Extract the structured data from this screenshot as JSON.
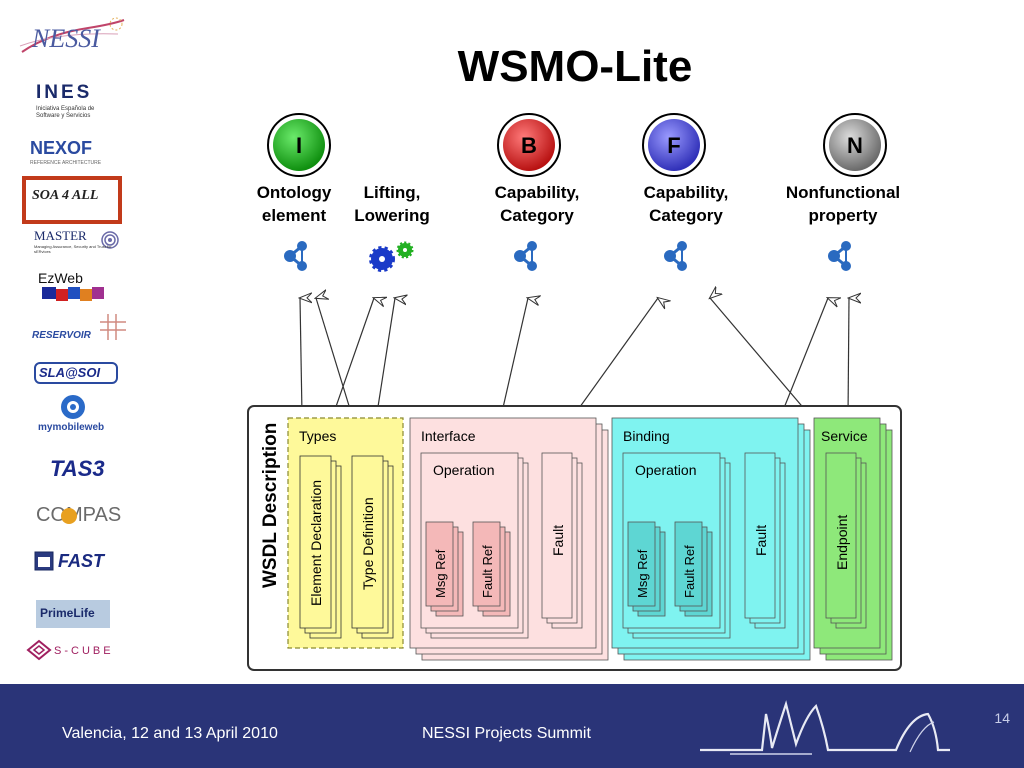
{
  "slide": {
    "title": "WSMO-Lite",
    "page_number": "14"
  },
  "sidebar": {
    "logos": [
      "NESSI",
      "INES",
      "Iniciativa Española de Software y Servicios",
      "NEXOF",
      "REFERENCE ARCHITECTURE",
      "SOA 4 ALL",
      "MASTER",
      "Managing Assurance, Security and Trust for sERvices",
      "EzWeb",
      "RESERVOIR",
      "SLA@SOI",
      "mymobileweb",
      "TAS3",
      "COMPAS",
      "FAST",
      "PrimeLife",
      "S-CUBE"
    ]
  },
  "categories": [
    {
      "letter": "I",
      "label1": "Ontology",
      "label2": "element",
      "color": "#1db31d"
    },
    {
      "letter": "",
      "label1": "Lifting,",
      "label2": "Lowering",
      "color": ""
    },
    {
      "letter": "B",
      "label1": "Capability,",
      "label2": "Category",
      "color": "#e02020"
    },
    {
      "letter": "F",
      "label1": "Capability,",
      "label2": "Category",
      "color": "#4a4ad8"
    },
    {
      "letter": "N",
      "label1": "Nonfunctional",
      "label2": "property",
      "color": "#8a8a8a"
    }
  ],
  "wsdl": {
    "title": "WSDL Description",
    "types": {
      "title": "Types",
      "items": [
        "Element Declaration",
        "Type Definition"
      ]
    },
    "interface": {
      "title": "Interface",
      "operation": "Operation",
      "refs": [
        "Msg Ref",
        "Fault Ref"
      ],
      "fault": "Fault"
    },
    "binding": {
      "title": "Binding",
      "operation": "Operation",
      "refs": [
        "Msg Ref",
        "Fault Ref"
      ],
      "fault": "Fault"
    },
    "service": {
      "title": "Service",
      "endpoint": "Endpoint"
    }
  },
  "footer": {
    "location": "Valencia, 12 and 13 April 2010",
    "event": "NESSI Projects Summit"
  },
  "colors": {
    "footer_bg": "#2a3478",
    "types_bg": "#fef99a",
    "interface_bg": "#fde0e0",
    "binding_bg": "#7ff3f0",
    "service_bg": "#8ee87a"
  }
}
